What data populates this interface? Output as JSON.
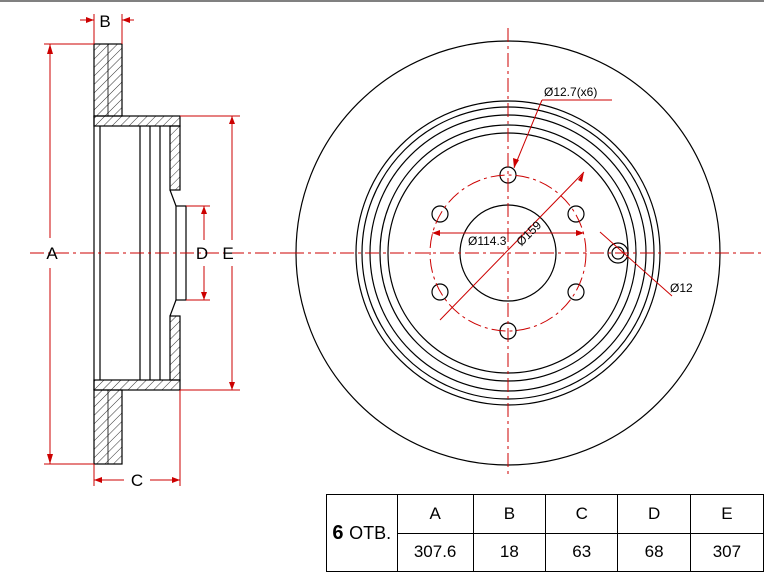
{
  "labels": {
    "A": "A",
    "B": "B",
    "C": "C",
    "D": "D",
    "E": "E"
  },
  "annotations": {
    "bolt_hole": "Ø12.7(x6)",
    "bolt_circle": "Ø114.3",
    "center_bore": "Ø159",
    "pin_hole": "Ø12"
  },
  "table": {
    "holes_count": "6",
    "holes_unit": "ОТВ.",
    "headers": [
      "A",
      "B",
      "C",
      "D",
      "E"
    ],
    "values": [
      "307.6",
      "18",
      "63",
      "68",
      "307"
    ]
  },
  "colors": {
    "outline": "#000000",
    "dimension": "#cc0000",
    "centerline": "#cc0000"
  }
}
